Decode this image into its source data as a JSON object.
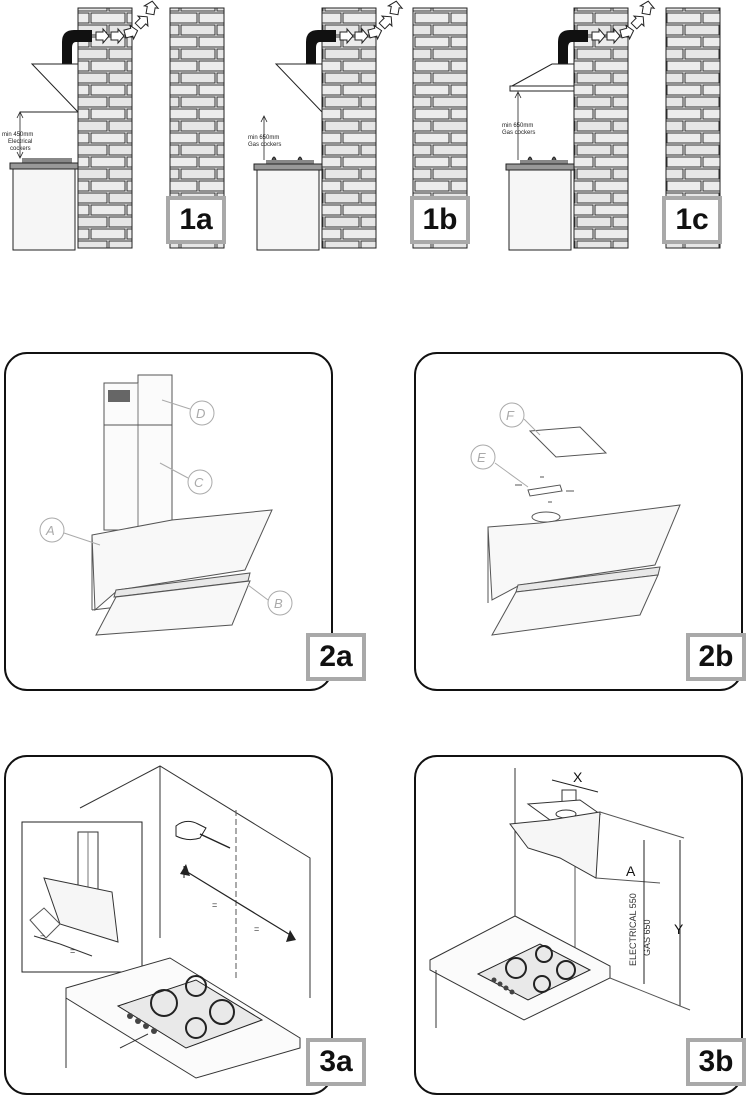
{
  "figures": {
    "f1a": {
      "badge": "1a",
      "line1": "min 450mm",
      "line2": "Electrical",
      "line3": "cockers"
    },
    "f1b": {
      "badge": "1b",
      "line1": "min 650mm",
      "line2": "Gas cockers"
    },
    "f1c": {
      "badge": "1c",
      "line1": "min 650mm",
      "line2": "Gas cockers"
    },
    "f2a": {
      "badge": "2a",
      "parts": [
        "A",
        "B",
        "C",
        "D"
      ]
    },
    "f2b": {
      "badge": "2b",
      "parts": [
        "E",
        "F"
      ]
    },
    "f3a": {
      "badge": "3a"
    },
    "f3b": {
      "badge": "3b",
      "x": "X",
      "a": "A",
      "y": "Y",
      "electrical": "ELECTRICAL 550",
      "gas": "GAS 650"
    }
  }
}
